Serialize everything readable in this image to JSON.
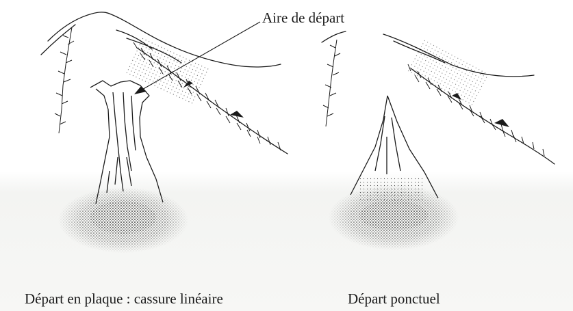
{
  "labels": {
    "start_area": "Aire de départ",
    "caption_slab": "Départ en plaque : cassure linéaire",
    "caption_point": "Départ ponctuel"
  },
  "colors": {
    "ink": "#1a1a1a",
    "paper": "#ffffff",
    "lower_band": "#f3f4f2"
  }
}
